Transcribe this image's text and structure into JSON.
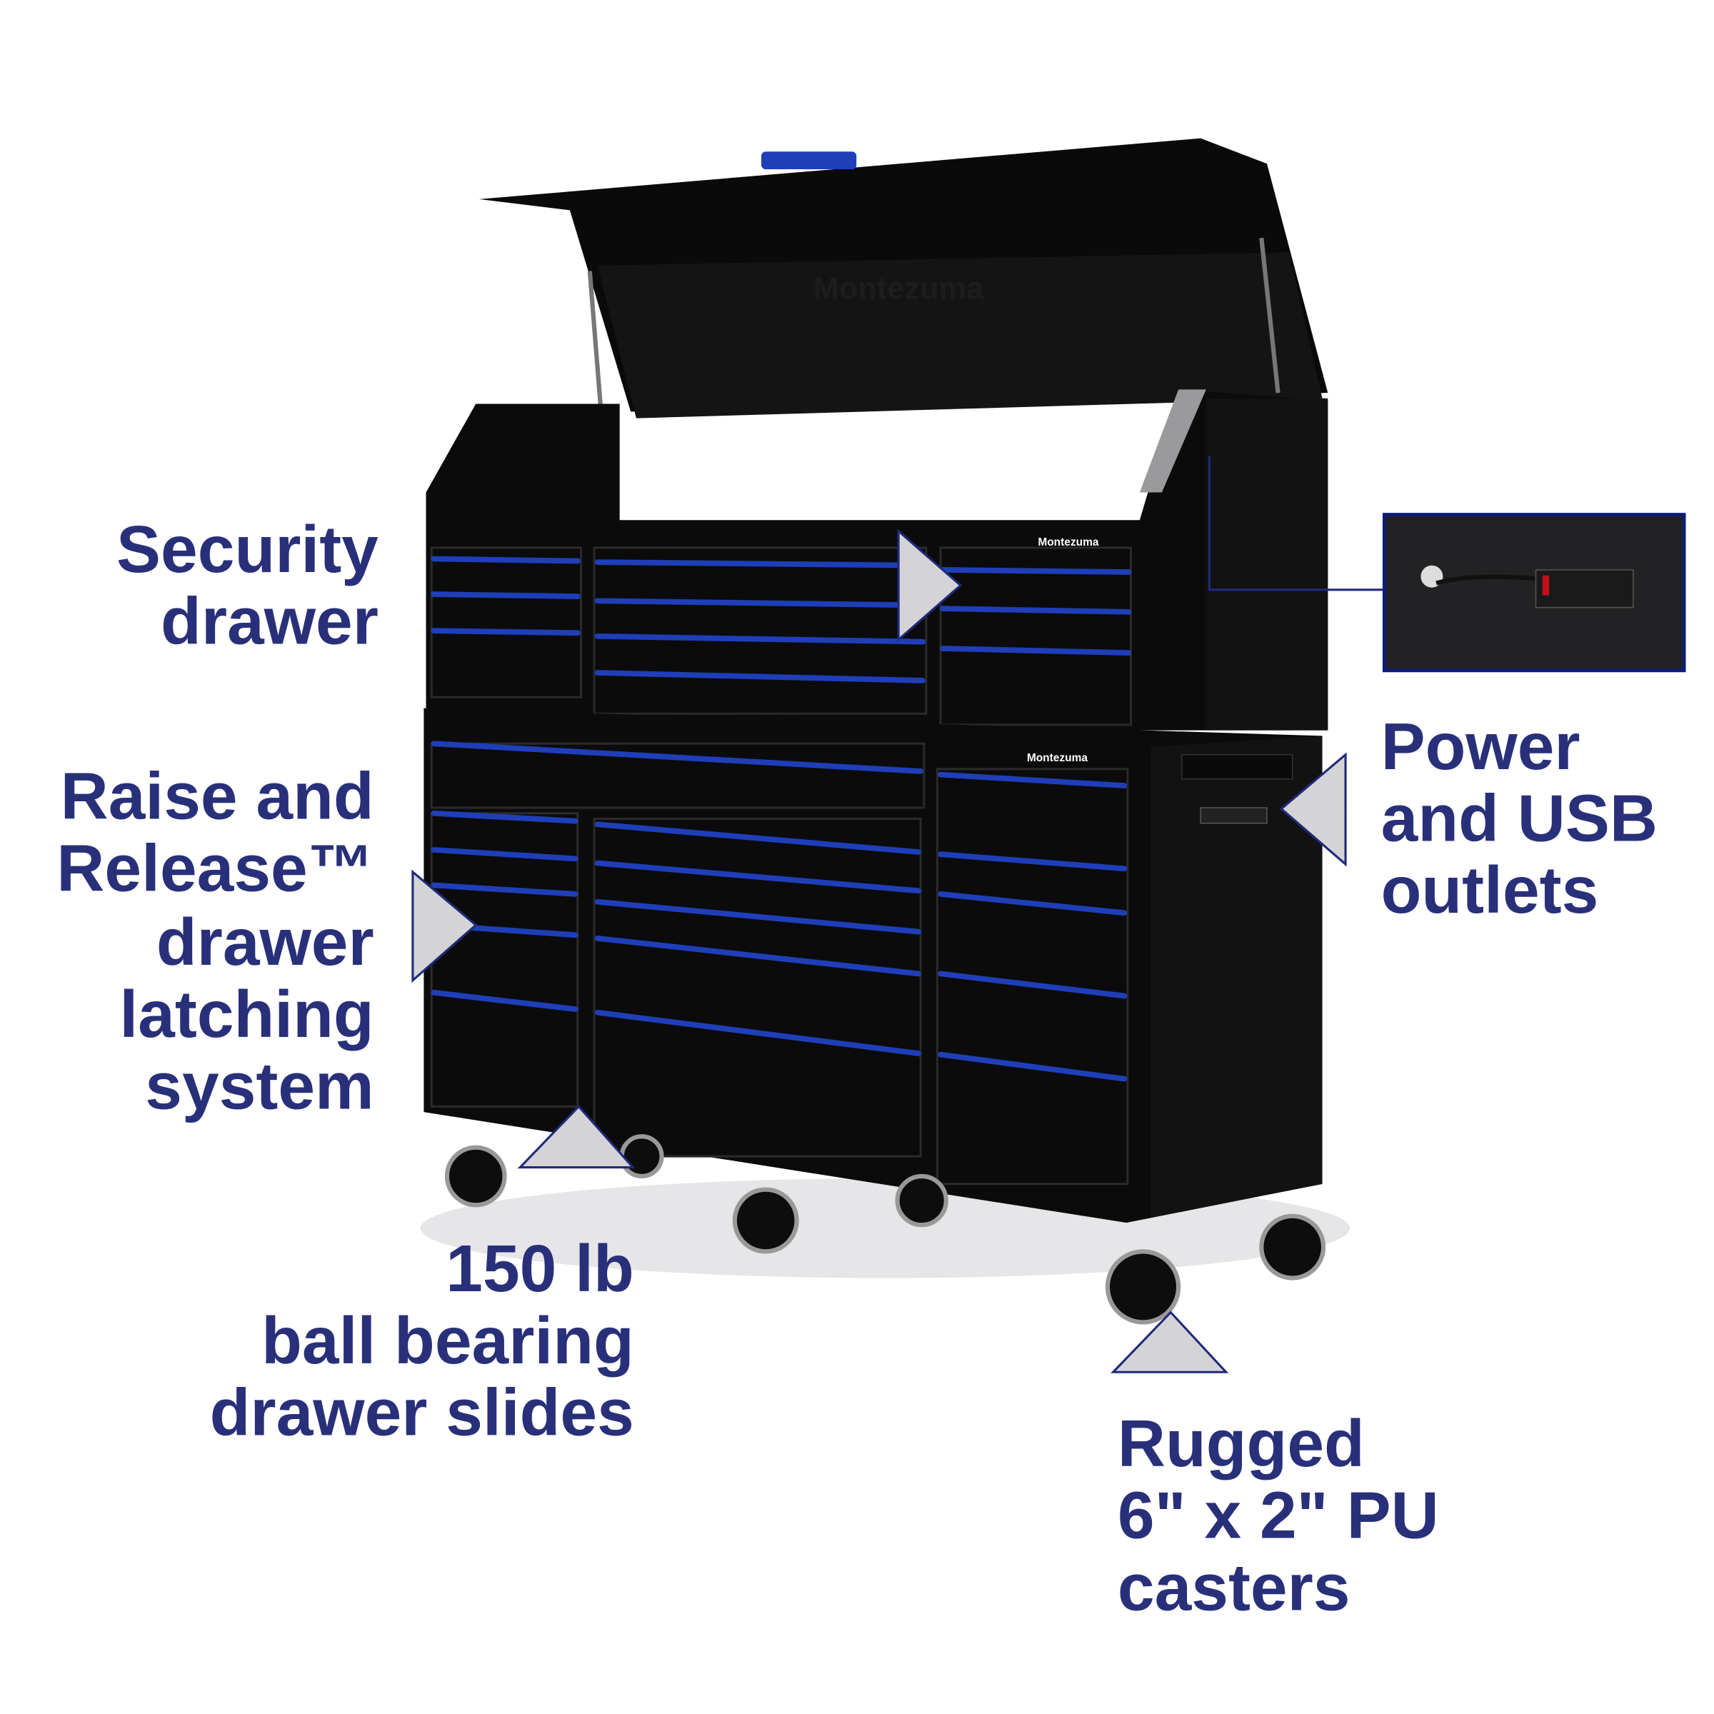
{
  "brand": "Montezuma",
  "colors": {
    "label_text": "#29307a",
    "drawer_accent": "#1f3fb8",
    "marker_fill": "#d4d4d6",
    "cabinet": "#0b0b0c"
  },
  "callouts": {
    "security_drawer": [
      "Security",
      "drawer"
    ],
    "raise_release": [
      "Raise and",
      "Release™",
      "drawer",
      "latching",
      "system"
    ],
    "slides": [
      "150 lb",
      "ball bearing",
      "drawer slides"
    ],
    "power": [
      "Power",
      "and USB",
      "outlets"
    ],
    "casters": [
      "Rugged",
      "6\" x 2\" PU",
      "casters"
    ]
  }
}
